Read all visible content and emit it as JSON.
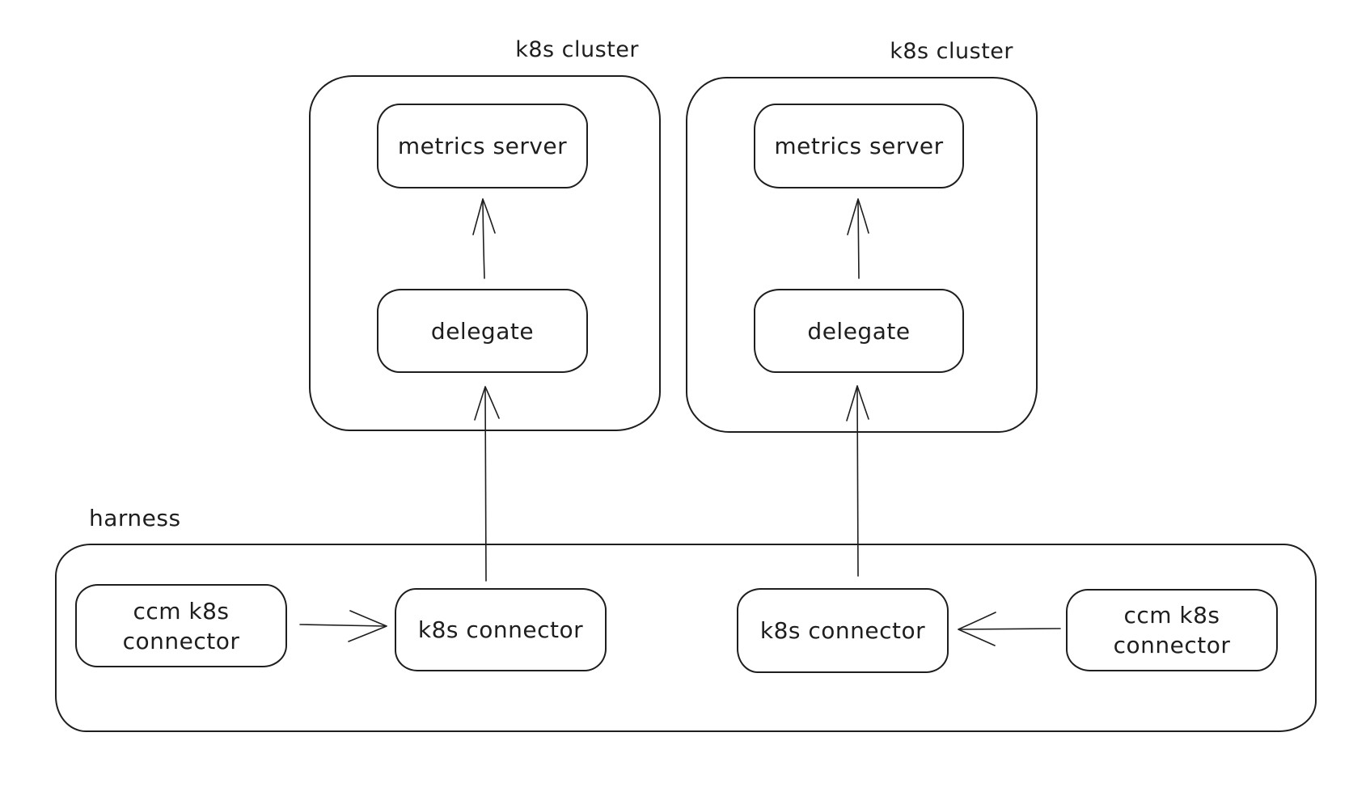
{
  "colors": {
    "stroke": "#1e1e1e",
    "background": "#ffffff"
  },
  "clusters": [
    {
      "label": "k8s cluster",
      "metrics_server": "metrics server",
      "delegate": "delegate"
    },
    {
      "label": "k8s cluster",
      "metrics_server": "metrics server",
      "delegate": "delegate"
    }
  ],
  "harness": {
    "label": "harness",
    "ccm_connector_left": {
      "lines": [
        "ccm k8s",
        "connector"
      ]
    },
    "k8s_connector_left": "k8s connector",
    "k8s_connector_right": "k8s connector",
    "ccm_connector_right": {
      "lines": [
        "ccm k8s",
        "connector"
      ]
    }
  },
  "arrows": [
    {
      "id": "delegate-to-metrics-left",
      "from": "delegate (left cluster)",
      "to": "metrics server (left cluster)",
      "direction": "up"
    },
    {
      "id": "delegate-to-metrics-right",
      "from": "delegate (right cluster)",
      "to": "metrics server (right cluster)",
      "direction": "up"
    },
    {
      "id": "k8s-connector-to-cluster-left",
      "from": "k8s connector (left)",
      "to": "left k8s cluster",
      "direction": "up"
    },
    {
      "id": "k8s-connector-to-cluster-right",
      "from": "k8s connector (right)",
      "to": "right k8s cluster",
      "direction": "up"
    },
    {
      "id": "ccm-to-k8s-connector-left",
      "from": "ccm k8s connector (left)",
      "to": "k8s connector (left)",
      "direction": "right"
    },
    {
      "id": "ccm-to-k8s-connector-right",
      "from": "ccm k8s connector (right)",
      "to": "k8s connector (right)",
      "direction": "left"
    }
  ]
}
